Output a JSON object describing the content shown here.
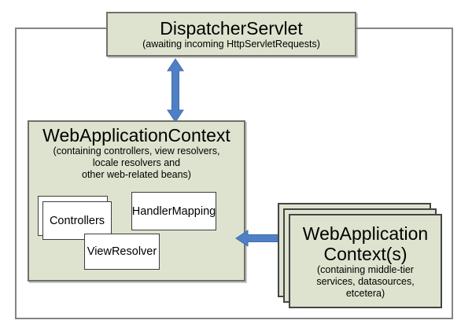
{
  "diagram": {
    "dispatcher_servlet": {
      "title": "DispatcherServlet",
      "subtitle": "(awaiting incoming HttpServletRequests)"
    },
    "web_application_context": {
      "title": "WebApplicationContext",
      "subtitle_lines": [
        "(containing controllers, view resolvers,",
        "locale resolvers and",
        "other web-related beans)"
      ],
      "children": {
        "controllers": "Controllers",
        "handler_mapping": "HandlerMapping",
        "view_resolver": "ViewResolver"
      }
    },
    "web_application_contexts": {
      "title_line1": "WebApplication",
      "title_line2": "Context(s)",
      "subtitle_lines": [
        "(containing middle-tier",
        "services, datasources,",
        "etcetera)"
      ]
    },
    "colors": {
      "box_fill": "#dde3ce",
      "box_border": "#70706a",
      "stack_border": "#454545",
      "outer_border": "#848484",
      "inner_box_border": "#3d3d3d",
      "arrow_blue": "#4f80c5"
    }
  }
}
